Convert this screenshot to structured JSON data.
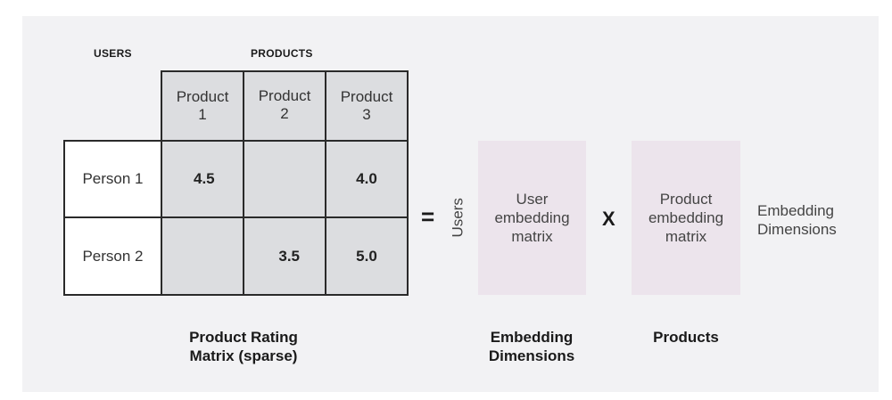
{
  "headers": {
    "users": "USERS",
    "products": "PRODUCTS"
  },
  "matrix": {
    "columns": [
      {
        "line1": "Product",
        "line2": "1"
      },
      {
        "line1": "Product",
        "line2": "2"
      },
      {
        "line1": "Product",
        "line2": "3"
      }
    ],
    "rows": [
      {
        "label": "Person 1",
        "values": [
          "4.5",
          "",
          "4.0"
        ]
      },
      {
        "label": "Person 2",
        "values": [
          "",
          "3.5",
          "5.0"
        ]
      }
    ]
  },
  "operators": {
    "equals": "=",
    "times": "X"
  },
  "users_axis_label": "Users",
  "user_matrix": {
    "line1": "User",
    "line2": "embedding",
    "line3": "matrix"
  },
  "product_matrix": {
    "line1": "Product",
    "line2": "embedding",
    "line3": "matrix"
  },
  "embedding_dimensions_side": {
    "line1": "Embedding",
    "line2": "Dimensions"
  },
  "captions": {
    "rating_matrix": {
      "line1": "Product Rating",
      "line2": "Matrix (sparse)"
    },
    "embedding_dimensions": {
      "line1": "Embedding",
      "line2": "Dimensions"
    },
    "products": "Products"
  }
}
